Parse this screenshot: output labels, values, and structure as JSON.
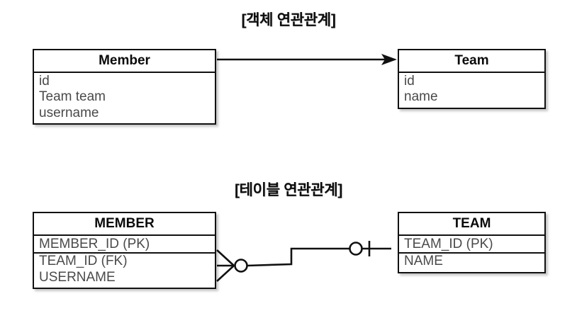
{
  "diagram": {
    "sections": [
      {
        "id": "object-association",
        "title": "[객체 연관관계]",
        "entities": [
          {
            "id": "member-object",
            "name": "Member",
            "attributes": [
              "id",
              "Team team",
              "username"
            ]
          },
          {
            "id": "team-object",
            "name": "Team",
            "attributes": [
              "id",
              "name"
            ]
          }
        ],
        "relationship": {
          "id": "member-to-team-reference",
          "kind": "directed-arrow",
          "from": "member-object",
          "to": "team-object",
          "label": ""
        }
      },
      {
        "id": "table-association",
        "title": "[테이블 연관관계]",
        "entities": [
          {
            "id": "member-table",
            "name": "MEMBER",
            "attributes": [
              "MEMBER_ID (PK)",
              "TEAM_ID (FK)",
              "USERNAME"
            ],
            "dividers_after": [
              0
            ]
          },
          {
            "id": "team-table",
            "name": "TEAM",
            "attributes": [
              "TEAM_ID (PK)",
              "NAME"
            ],
            "dividers_after": [
              0
            ]
          }
        ],
        "relationship": {
          "id": "member-team-foreign-key",
          "kind": "crows-foot",
          "from": "member-table",
          "to": "team-table",
          "from_cardinality": "zero-or-many",
          "to_cardinality": "zero-or-one",
          "label": ""
        }
      }
    ]
  },
  "colors": {
    "background": "#ffffff",
    "stroke": "#111111",
    "header_text": "#0a0a0a",
    "attribute_text": "#4a4a4a",
    "shadow": "rgba(130,130,130,0.45)"
  }
}
